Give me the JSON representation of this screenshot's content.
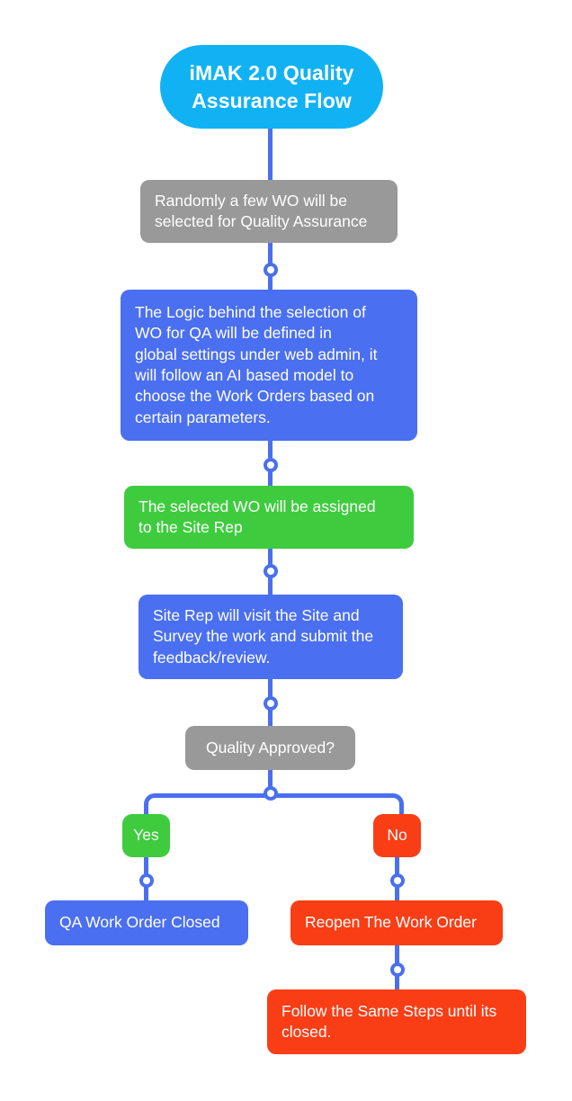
{
  "diagram": {
    "title": "iMAK 2.0 Quality Assurance Flow",
    "background_color": "#ffffff",
    "connector_color": "#4a6ff0",
    "palette": {
      "title": "#11b2f4",
      "grey": "#999999",
      "blue": "#4a6ff0",
      "green": "#3ecc3e",
      "red": "#f93e16",
      "text": "#ffffff"
    }
  },
  "nodes": {
    "title": {
      "label": "iMAK 2.0 Quality\nAssurance Flow",
      "color": "#11b2f4"
    },
    "random_selection": {
      "label": "Randomly a few WO will be\nselected for Quality Assurance",
      "color": "#999999"
    },
    "selection_logic": {
      "label": "The Logic behind the selection of\nWO for QA will be defined in\nglobal settings under web admin, it\nwill follow an AI based model to\nchoose the Work Orders based on\ncertain parameters.",
      "color": "#4a6ff0"
    },
    "assign_site_rep": {
      "label": "The selected WO will be assigned\nto the Site Rep",
      "color": "#3ecc3e"
    },
    "site_visit": {
      "label": "Site Rep will visit the Site and\nSurvey the work and submit the\nfeedback/review.",
      "color": "#4a6ff0"
    },
    "decision": {
      "label": "Quality Approved?",
      "color": "#999999"
    },
    "branch_yes": {
      "label": "Yes",
      "color": "#3ecc3e"
    },
    "branch_no": {
      "label": "No",
      "color": "#f93e16"
    },
    "qa_closed": {
      "label": "QA Work Order Closed",
      "color": "#4a6ff0"
    },
    "reopen": {
      "label": "Reopen The Work Order",
      "color": "#f93e16"
    },
    "follow_steps": {
      "label": "Follow the Same Steps until its\nclosed.",
      "color": "#f93e16"
    }
  }
}
